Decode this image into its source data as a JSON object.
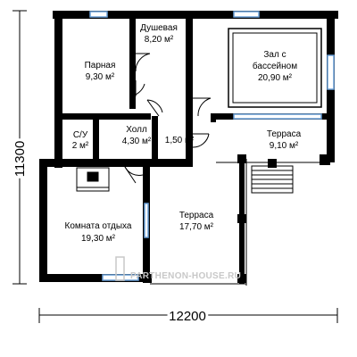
{
  "rooms": {
    "steam_name": "Парная",
    "steam_area": "9,30 м²",
    "shower_name": "Душевая",
    "shower_area": "8,20 м²",
    "pool_name_1": "Зал с",
    "pool_name_2": "бассейном",
    "pool_area": "20,90 м²",
    "wc_name": "С/У",
    "wc_area": "2 м²",
    "hall_name": "Холл",
    "hall_area": "4,30 м²",
    "small_area": "1,50 м²",
    "terrace_small_name": "Терраса",
    "terrace_small_area": "9,10 м²",
    "rest_name": "Комната отдыха",
    "rest_area": "19,30 м²",
    "terrace_big_name": "Терраса",
    "terrace_big_area": "17,70 м²"
  },
  "dimensions": {
    "width": "12200",
    "height": "11300"
  },
  "watermark": "PARTHENON-HOUSE.RU",
  "colors": {
    "wall": "#000000",
    "window": "#6aa0d8",
    "watermark": "#c8c8c8"
  }
}
